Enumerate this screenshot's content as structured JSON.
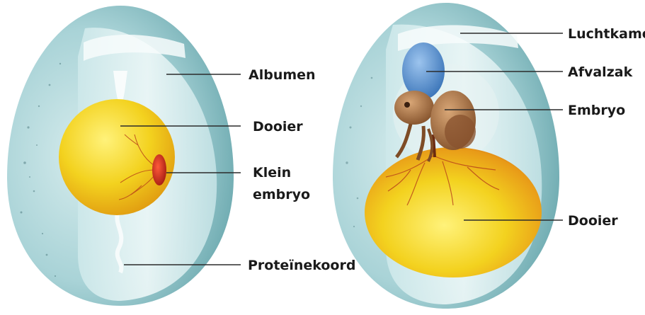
{
  "left_egg": {
    "labels": {
      "albumen": "Albumen",
      "dooier": "Dooier",
      "klein_line1": "Klein",
      "klein_line2": "embryo",
      "proteinekoord": "Proteïnekoord"
    }
  },
  "right_egg": {
    "labels": {
      "luchtkamer": "Luchtkamer",
      "afvalzak": "Afvalzak",
      "embryo": "Embryo",
      "dooier": "Dooier"
    }
  },
  "colors": {
    "shell_outer": "#a9d3d7",
    "shell_dark": "#6aa8ae",
    "albumen": "#e6f4f4",
    "yolk": "#f3d21f",
    "yolk_edge": "#e09a10",
    "embryo_small": "#c8281a",
    "waste_sac": "#4a86c8",
    "embryo": "#a06a3c",
    "leader_line": "#2b2b2b",
    "label_text": "#1a1a1a"
  }
}
